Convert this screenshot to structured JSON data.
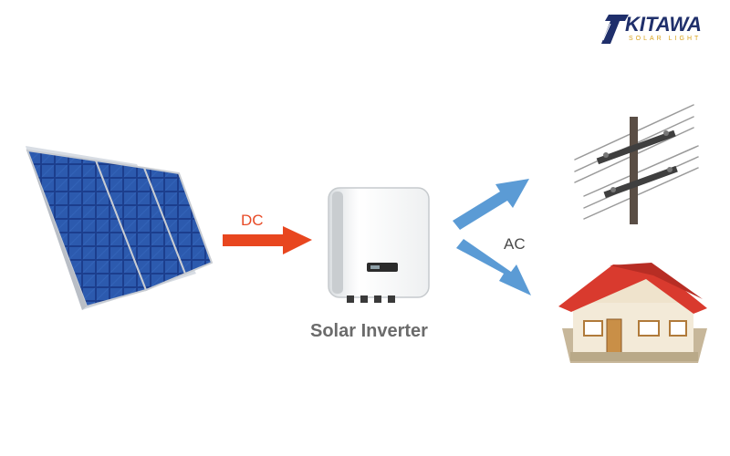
{
  "logo": {
    "brand": "KITAWA",
    "tagline": "SOLAR LIGHT"
  },
  "labels": {
    "dc": "DC",
    "ac": "AC",
    "inverter": "Solar Inverter"
  },
  "colors": {
    "dc_arrow": "#e8461f",
    "ac_arrow": "#5b9bd5",
    "panel": "#1e3f8a",
    "roof": "#d93a2e"
  },
  "icons": [
    "solar-panel-icon",
    "inverter-icon",
    "power-pole-icon",
    "house-icon",
    "kitawa-logo-icon"
  ]
}
